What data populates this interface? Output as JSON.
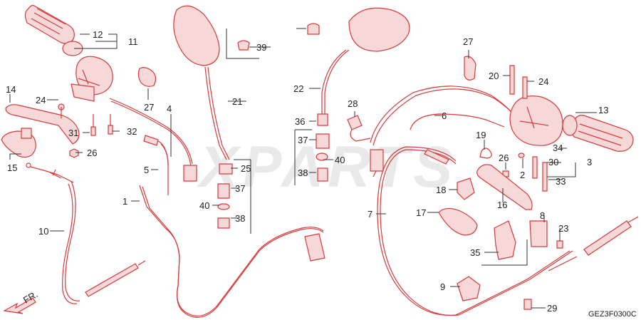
{
  "diagram": {
    "watermark": "XPARTS",
    "code": "GEZ3F0300C",
    "direction_label": "FR.",
    "callouts": [
      "12",
      "11",
      "14",
      "24",
      "31",
      "32",
      "26",
      "15",
      "10",
      "1",
      "5",
      "4",
      "27",
      "21",
      "39",
      "22",
      "36",
      "37",
      "40",
      "38",
      "25",
      "37",
      "40",
      "38",
      "28",
      "27",
      "20",
      "24",
      "13",
      "6",
      "19",
      "26",
      "2",
      "30",
      "3",
      "33",
      "34",
      "18",
      "16",
      "17",
      "8",
      "23",
      "35",
      "7",
      "9",
      "29"
    ],
    "colors": {
      "line": "#d63a3a",
      "fill": "#f6d8d8",
      "text": "#222222",
      "leader": "#333333"
    }
  }
}
